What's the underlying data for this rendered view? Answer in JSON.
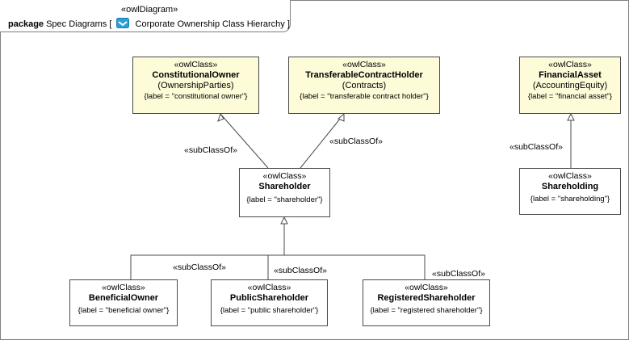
{
  "frame": {
    "stereotype": "«owlDiagram»",
    "keyword": "package",
    "title_prefix": "Spec Diagrams [",
    "diagram_name": "Corporate Ownership Class Hierarchy",
    "title_suffix": "]",
    "icon": "diagram-icon",
    "accent_color": "#2a9fd6"
  },
  "classes": {
    "constitutional_owner": {
      "stereotype": "«owlClass»",
      "name": "ConstitutionalOwner",
      "namespace": "(OwnershipParties)",
      "label": "{label = \"constitutional owner\"}"
    },
    "transferable_contract_holder": {
      "stereotype": "«owlClass»",
      "name": "TransferableContractHolder",
      "namespace": "(Contracts)",
      "label": "{label = \"transferable contract holder\"}"
    },
    "financial_asset": {
      "stereotype": "«owlClass»",
      "name": "FinancialAsset",
      "namespace": "(AccountingEquity)",
      "label": "{label = \"financial asset\"}"
    },
    "shareholder": {
      "stereotype": "«owlClass»",
      "name": "Shareholder",
      "label": "{label = \"shareholder\"}"
    },
    "shareholding": {
      "stereotype": "«owlClass»",
      "name": "Shareholding",
      "label": "{label = \"shareholding\"}"
    },
    "beneficial_owner": {
      "stereotype": "«owlClass»",
      "name": "BeneficialOwner",
      "label": "{label = \"beneficial owner\"}"
    },
    "public_shareholder": {
      "stereotype": "«owlClass»",
      "name": "PublicShareholder",
      "label": "{label = \"public shareholder\"}"
    },
    "registered_shareholder": {
      "stereotype": "«owlClass»",
      "name": "RegisteredShareholder",
      "label": "{label = \"registered shareholder\"}"
    }
  },
  "edges": {
    "subclass_label": "«subClassOf»"
  },
  "colors": {
    "imported_class_fill": "#fdfbd8",
    "class_fill": "#ffffff",
    "border": "#4a4a4a"
  }
}
